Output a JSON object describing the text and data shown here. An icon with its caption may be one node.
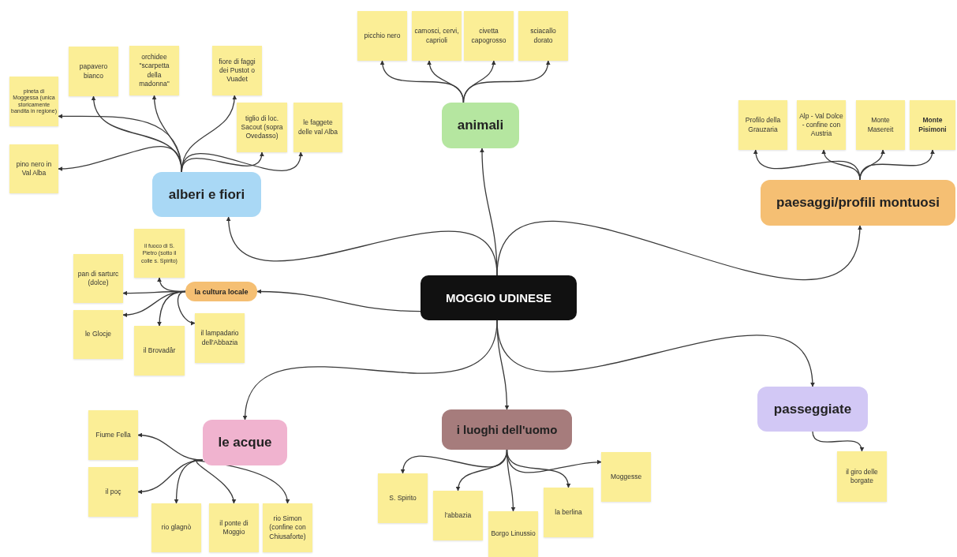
{
  "diagram": {
    "nodes": [
      {
        "text": [
          "MOGGIO UDINESE"
        ]
      },
      {
        "text": [
          "alberi e fiori"
        ]
      },
      {
        "text": [
          "pineta di Moggessa (unica storicamente bandita in regione)"
        ]
      },
      {
        "text": [
          "pino nero in Val Alba"
        ]
      },
      {
        "text": [
          "papavero bianco"
        ]
      },
      {
        "text": [
          "orchidee \"scarpetta della madonna\""
        ]
      },
      {
        "text": [
          "fiore di faggi dei Pustot o Vuadet"
        ]
      },
      {
        "text": [
          "tiglio di loc. Sacout (sopra Ovedasso)"
        ]
      },
      {
        "text": [
          "le faggete delle val Alba"
        ]
      },
      {
        "text": [
          "animali"
        ]
      },
      {
        "text": [
          "picchio nero"
        ]
      },
      {
        "text": [
          "camosci, cervi, caprioli"
        ]
      },
      {
        "text": [
          "civetta capogrosso"
        ]
      },
      {
        "text": [
          "sciacallo dorato"
        ]
      },
      {
        "text": [
          "paesaggi/profili montuosi"
        ]
      },
      {
        "text": [
          "Profilo della Grauzaria"
        ]
      },
      {
        "text": [
          "Alp - Val Dolce - confine con Austria"
        ]
      },
      {
        "text": [
          "Monte Masereit"
        ]
      },
      {
        "text": [
          "Monte Pisimoni"
        ]
      },
      {
        "text": [
          "la cultura locale"
        ]
      },
      {
        "text": [
          "il fuoco di S. Pietro (sotto il colle s. Spirito)"
        ]
      },
      {
        "text": [
          "pan di sarturc (dolce)"
        ]
      },
      {
        "text": [
          "le Glocje"
        ]
      },
      {
        "text": [
          "il Brovadâr"
        ]
      },
      {
        "text": [
          "il lampadario dell'Abbazia"
        ]
      },
      {
        "text": [
          "le acque"
        ]
      },
      {
        "text": [
          "Fiume Fella"
        ]
      },
      {
        "text": [
          "il poç"
        ]
      },
      {
        "text": [
          "rio glagnò"
        ]
      },
      {
        "text": [
          "il ponte di Moggio"
        ]
      },
      {
        "text": [
          "rio Simon (confine con Chiusaforte)"
        ]
      },
      {
        "text": [
          "i luoghi dell'uomo"
        ]
      },
      {
        "text": [
          "S. Spirito"
        ]
      },
      {
        "text": [
          "l'abbazia"
        ]
      },
      {
        "text": [
          "Borgo Linussio"
        ]
      },
      {
        "text": [
          "la berlina"
        ]
      },
      {
        "text": [
          "Moggesse"
        ]
      },
      {
        "text": [
          "passeggiate"
        ]
      },
      {
        "text": [
          "il giro delle borgate"
        ]
      }
    ],
    "edges": [
      {
        "from": 0,
        "to": 1,
        "arrow": "to"
      },
      {
        "from": 0,
        "to": 9,
        "arrow": "to"
      },
      {
        "from": 0,
        "to": 14,
        "arrow": "to"
      },
      {
        "from": 0,
        "to": 19,
        "arrow": "to"
      },
      {
        "from": 0,
        "to": 25,
        "arrow": "to"
      },
      {
        "from": 0,
        "to": 31,
        "arrow": "to"
      },
      {
        "from": 0,
        "to": 37,
        "arrow": "to"
      },
      {
        "from": 1,
        "to": 2,
        "arrow": "to"
      },
      {
        "from": 1,
        "to": 3,
        "arrow": "to"
      },
      {
        "from": 1,
        "to": 4,
        "arrow": "to"
      },
      {
        "from": 1,
        "to": 5,
        "arrow": "to"
      },
      {
        "from": 1,
        "to": 6,
        "arrow": "to"
      },
      {
        "from": 1,
        "to": 7,
        "arrow": "to"
      },
      {
        "from": 1,
        "to": 8,
        "arrow": "to"
      },
      {
        "from": 9,
        "to": 10,
        "arrow": "to"
      },
      {
        "from": 9,
        "to": 11,
        "arrow": "to"
      },
      {
        "from": 9,
        "to": 12,
        "arrow": "to"
      },
      {
        "from": 9,
        "to": 13,
        "arrow": "to"
      },
      {
        "from": 14,
        "to": 15,
        "arrow": "to"
      },
      {
        "from": 14,
        "to": 16,
        "arrow": "to"
      },
      {
        "from": 14,
        "to": 17,
        "arrow": "to"
      },
      {
        "from": 14,
        "to": 18,
        "arrow": "to"
      },
      {
        "from": 19,
        "to": 20,
        "arrow": "to"
      },
      {
        "from": 19,
        "to": 21,
        "arrow": "to"
      },
      {
        "from": 19,
        "to": 22,
        "arrow": "to"
      },
      {
        "from": 19,
        "to": 23,
        "arrow": "to"
      },
      {
        "from": 19,
        "to": 24,
        "arrow": "to"
      },
      {
        "from": 25,
        "to": 26,
        "arrow": "to"
      },
      {
        "from": 25,
        "to": 27,
        "arrow": "to"
      },
      {
        "from": 25,
        "to": 28,
        "arrow": "to"
      },
      {
        "from": 25,
        "to": 29,
        "arrow": "to"
      },
      {
        "from": 25,
        "to": 30,
        "arrow": "to"
      },
      {
        "from": 31,
        "to": 32,
        "arrow": "to"
      },
      {
        "from": 31,
        "to": 33,
        "arrow": "to"
      },
      {
        "from": 31,
        "to": 34,
        "arrow": "to"
      },
      {
        "from": 31,
        "to": 35,
        "arrow": "to"
      },
      {
        "from": 31,
        "to": 36,
        "arrow": "to"
      },
      {
        "from": 37,
        "to": 38,
        "arrow": "to"
      }
    ]
  }
}
